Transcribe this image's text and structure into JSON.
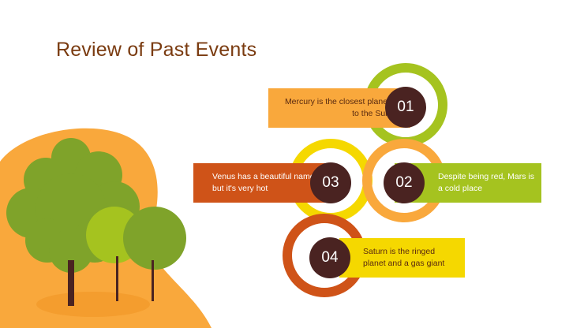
{
  "slide": {
    "title": "Review of Past Events"
  },
  "events": [
    {
      "number": "01",
      "text": "Mercury is the closest planet to the Sun",
      "color": "#f9a83c",
      "ring_color": "#a5c31f"
    },
    {
      "number": "02",
      "text": "Despite being red, Mars is a cold place",
      "color": "#a5c31f",
      "ring_color": "#f9a83c"
    },
    {
      "number": "03",
      "text": "Venus has a beautiful name, but it's very hot",
      "color": "#cf5318",
      "ring_color": "#f5d800"
    },
    {
      "number": "04",
      "text": "Saturn is the ringed planet and a gas giant",
      "color": "#f5d800",
      "ring_color": "#cf5318"
    }
  ],
  "colors": {
    "title": "#7a3b10",
    "number_badge": "#4a2321",
    "hill": "#f9a83c",
    "tree_dark": "#7fa32a",
    "tree_light": "#a5c31f",
    "trunk": "#4a2321"
  }
}
